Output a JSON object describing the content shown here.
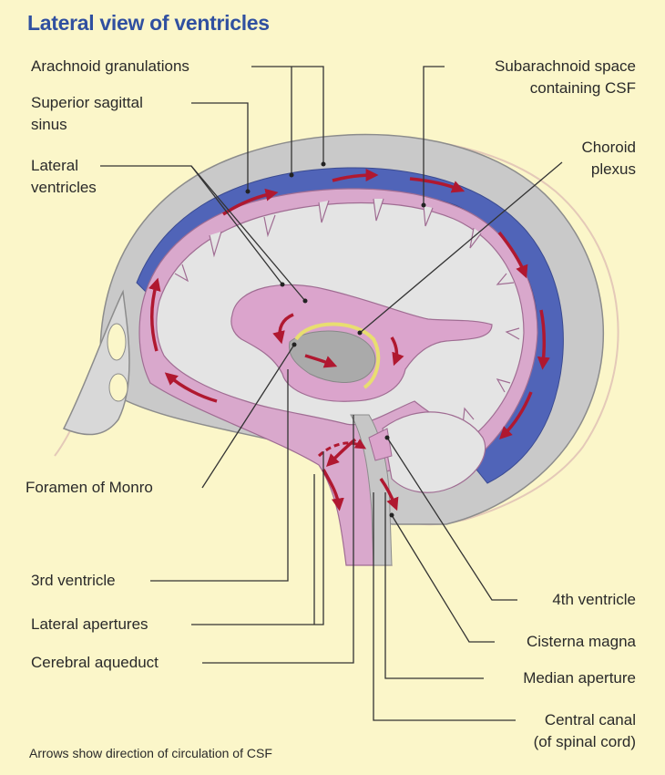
{
  "title": "Lateral view of ventricles",
  "labels": {
    "arachnoid_granulations": "Arachnoid granulations",
    "superior_sagittal_sinus": [
      "Superior sagittal",
      "sinus"
    ],
    "lateral_ventricles": [
      "Lateral",
      "ventricles"
    ],
    "subarachnoid_space": [
      "Subarachnoid space",
      "containing CSF"
    ],
    "choroid_plexus": [
      "Choroid",
      "plexus"
    ],
    "foramen_of_monro": "Foramen of Monro",
    "third_ventricle": "3rd ventricle",
    "lateral_apertures": "Lateral apertures",
    "cerebral_aqueduct": "Cerebral aqueduct",
    "fourth_ventricle": "4th ventricle",
    "cisterna_magna": "Cisterna magna",
    "median_aperture": "Median aperture",
    "central_canal": [
      "Central canal",
      "(of spinal cord)"
    ]
  },
  "footnote": "Arrows show direction of circulation of CSF",
  "colors": {
    "background": "#fbf6c9",
    "skull": "#c9c9c9",
    "venous_sinus": "#5064b8",
    "meninges_csf": "#d9a8cc",
    "brain": "#e4e4e4",
    "ventricles": "#dba4cc",
    "choroid_plexus": "#e8de70",
    "flow_arrows": "#b01830",
    "leader_lines": "#333333",
    "title": "#3050a0"
  },
  "icons": [
    "csf-flow-arrow"
  ]
}
